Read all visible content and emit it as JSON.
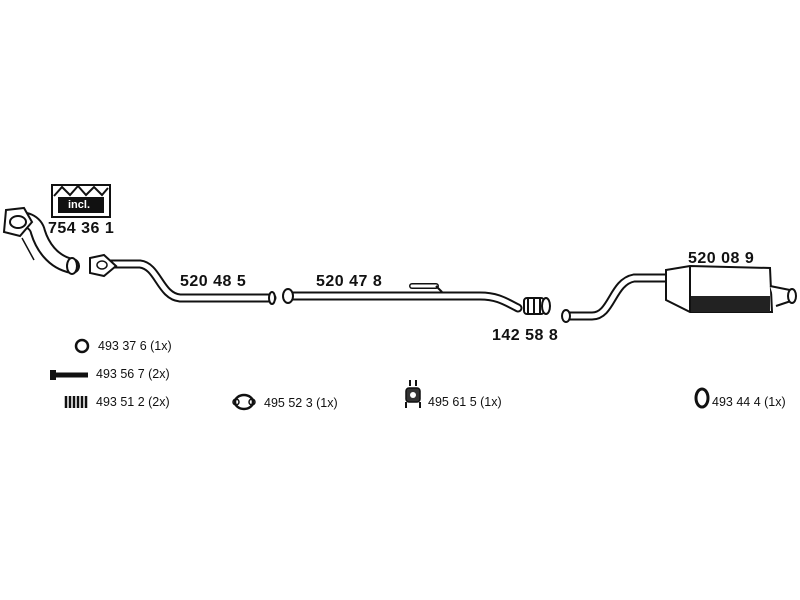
{
  "colors": {
    "line": "#111111",
    "fill": "#ffffff",
    "dark": "#2a2a2a",
    "shade": "#555555"
  },
  "parts": {
    "manifold_kit": {
      "number": "754 36 1",
      "incl_label": "incl.",
      "icon": "gasket-kit-box-icon"
    },
    "front_pipe": {
      "number": "520 48 5"
    },
    "middle_pipe": {
      "number": "520 47 8"
    },
    "clamp": {
      "number": "142 58 8"
    },
    "rear_silencer": {
      "number": "520 08 9"
    }
  },
  "accessories": [
    {
      "label": "493 37 6 (1x)",
      "icon": "ring-gasket-icon"
    },
    {
      "label": "493 56 7 (2x)",
      "icon": "bolt-icon"
    },
    {
      "label": "493 51 2 (2x)",
      "icon": "spring-icon"
    },
    {
      "label": "495 52 3 (1x)",
      "icon": "flange-gasket-icon"
    },
    {
      "label": "495 61 5 (1x)",
      "icon": "rubber-hanger-icon"
    },
    {
      "label": "493 44 4 (1x)",
      "icon": "rubber-ring-icon"
    }
  ]
}
